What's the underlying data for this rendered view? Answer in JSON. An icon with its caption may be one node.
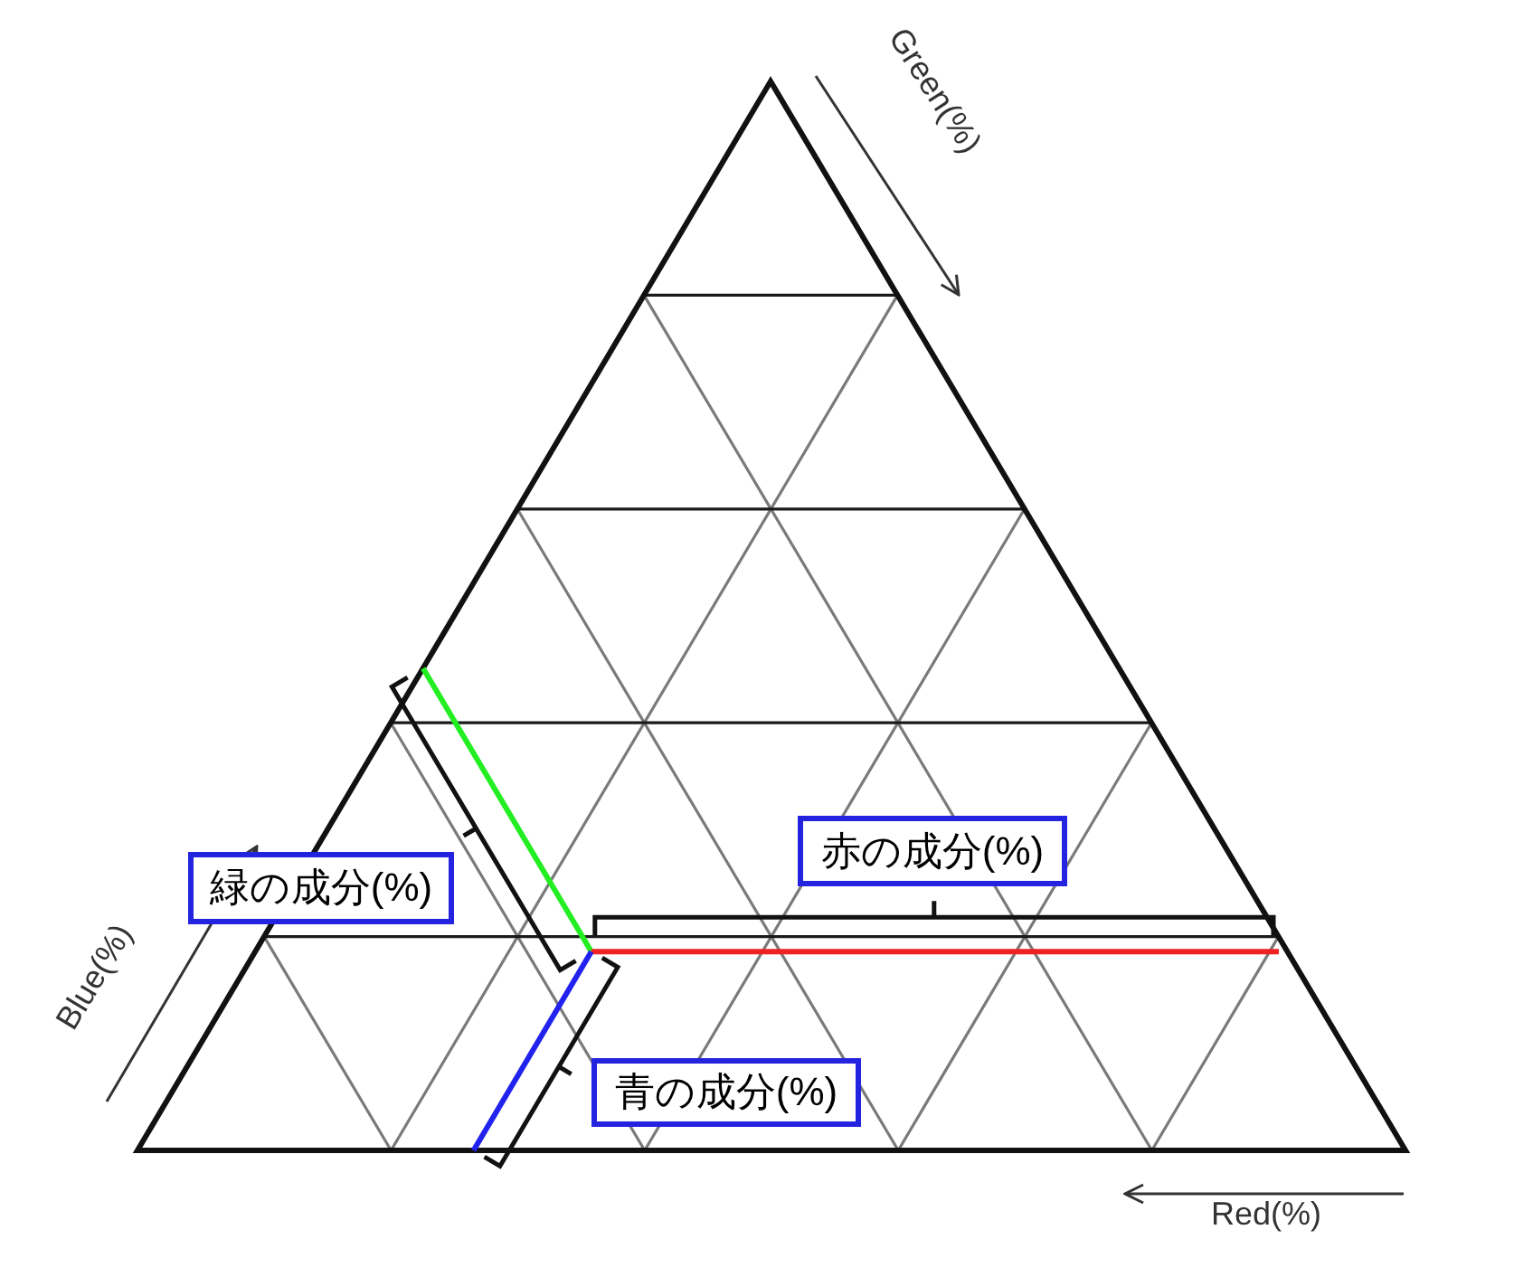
{
  "diagram": {
    "nodes": [
      {
        "text": [
          "緑の成分(%)"
        ]
      },
      {
        "text": [
          "赤の成分(%)"
        ]
      },
      {
        "text": [
          "青の成分(%)"
        ]
      }
    ],
    "labels": [
      "Green(%)",
      "Blue(%)",
      "Red(%)"
    ]
  }
}
